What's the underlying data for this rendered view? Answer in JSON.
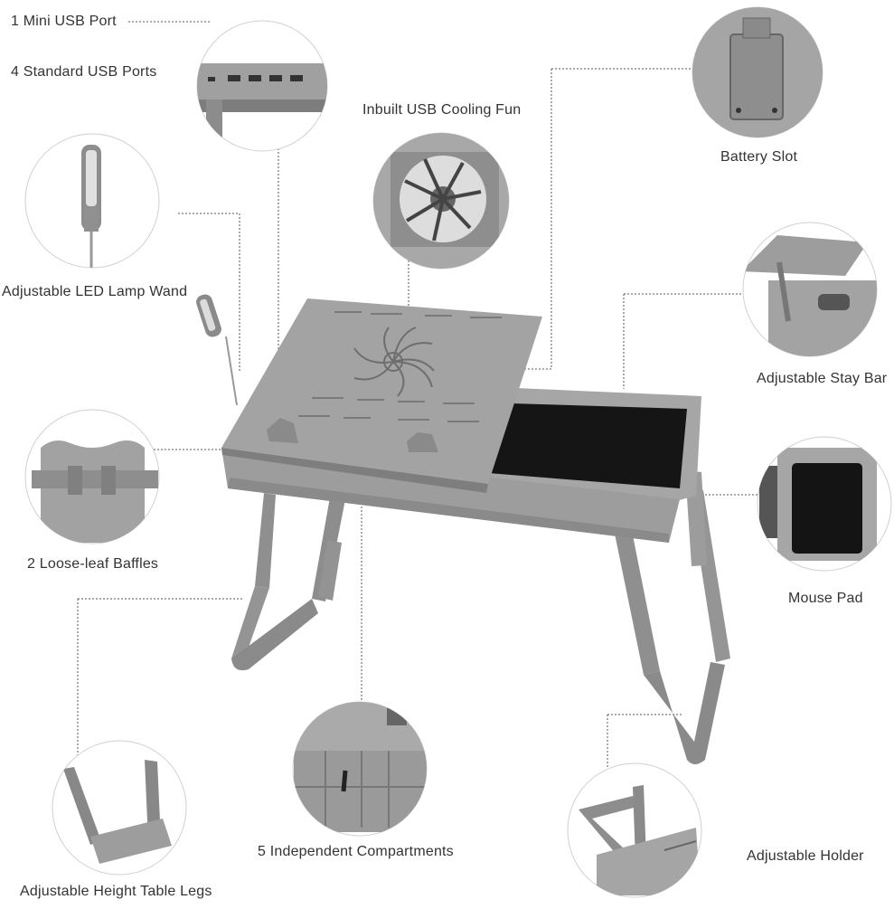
{
  "labels": {
    "mini_usb": "1 Mini USB Port",
    "std_usb": "4 Standard USB Ports",
    "fan": "Inbuilt USB Cooling Fun",
    "battery": "Battery Slot",
    "lamp": "Adjustable LED Lamp Wand",
    "stay_bar": "Adjustable Stay Bar",
    "baffles": "2 Loose-leaf Baffles",
    "mouse_pad": "Mouse Pad",
    "compartments": "5 Independent Compartments",
    "holder": "Adjustable Holder",
    "legs": "Adjustable Height Table Legs"
  },
  "colors": {
    "product_gray": "#9a9a9a",
    "product_dark": "#6e6e6e",
    "pad_black": "#151515",
    "circle_border": "#d0d0d0",
    "leader_line": "#555555"
  }
}
